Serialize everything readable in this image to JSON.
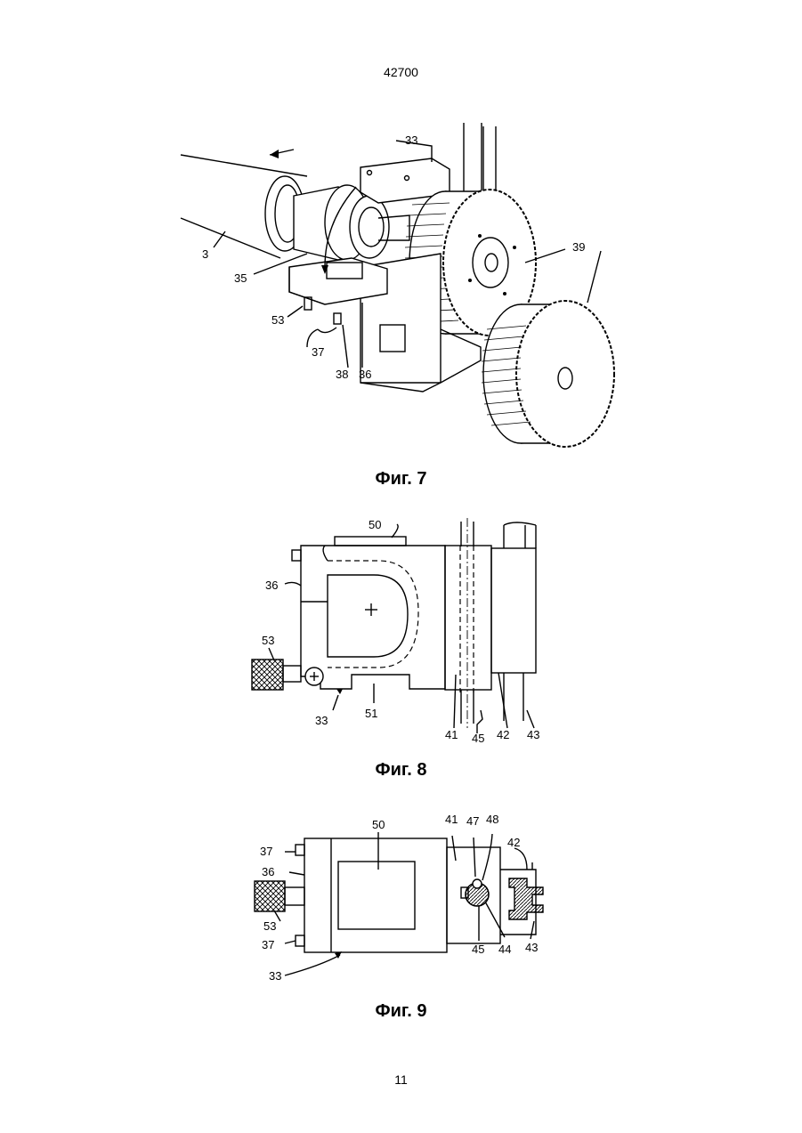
{
  "header": {
    "doc_number": "42700"
  },
  "footer": {
    "page_number": "11"
  },
  "figures": [
    {
      "caption": "Фиг. 7",
      "labels": {
        "l33": "33",
        "l3": "3",
        "l35": "35",
        "l39": "39",
        "l53": "53",
        "l37": "37",
        "l38": "38",
        "l36": "36"
      }
    },
    {
      "caption": "Фиг. 8",
      "labels": {
        "l50": "50",
        "l36": "36",
        "l53": "53",
        "l33": "33",
        "l51": "51",
        "l41": "41",
        "l45": "45",
        "l42": "42",
        "l43": "43"
      }
    },
    {
      "caption": "Фиг. 9",
      "labels": {
        "l50": "50",
        "l41": "41",
        "l47": "47",
        "l48": "48",
        "l42": "42",
        "l37a": "37",
        "l36": "36",
        "l53": "53",
        "l37b": "37",
        "l45": "45",
        "l44": "44",
        "l43": "43",
        "l33": "33"
      }
    }
  ]
}
